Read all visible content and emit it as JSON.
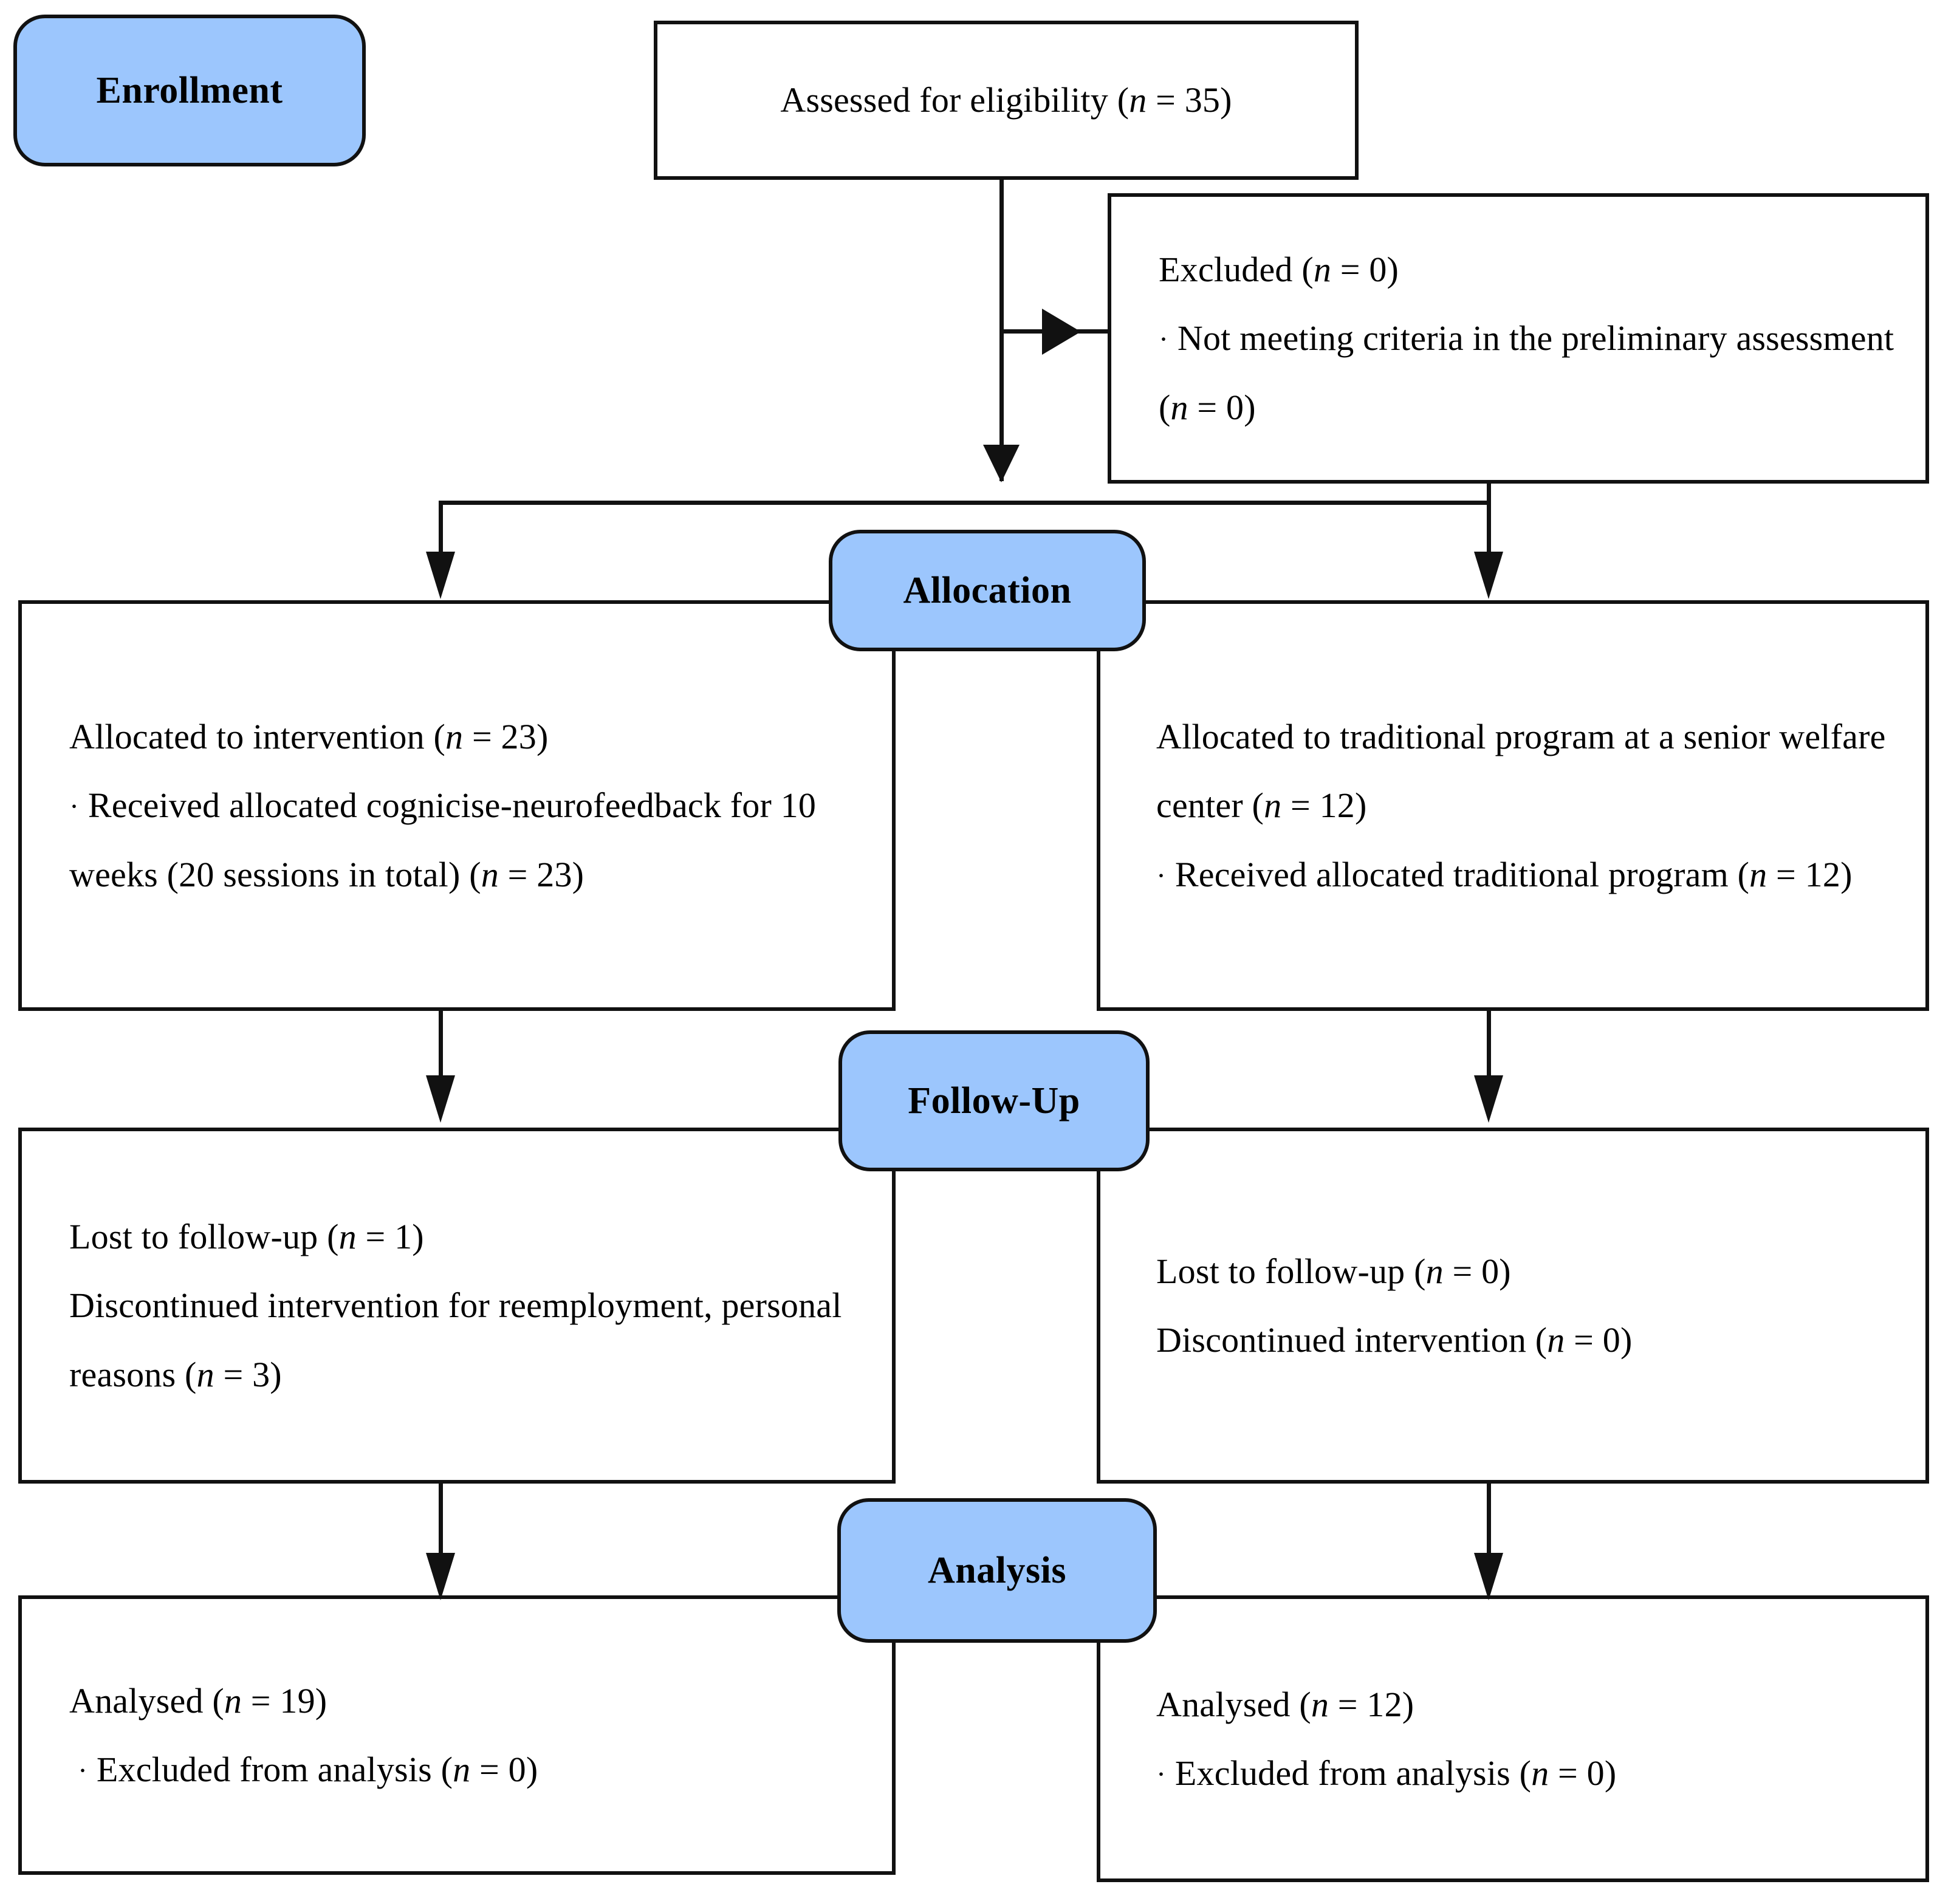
{
  "diagram": {
    "title": "CONSORT participant flow diagram",
    "accent_color": "#9CC6FD",
    "line_color": "#111111",
    "background_color": "#FFFFFF"
  },
  "stages": {
    "enrollment": "Enrollment",
    "allocation": "Allocation",
    "followup": "Follow-Up",
    "analysis": "Analysis"
  },
  "boxes": {
    "assessed": {
      "line1": "Assessed for eligibility (",
      "n_italic": "n",
      "line1_tail": " = 35)"
    },
    "excluded": {
      "line1_pre": "Excluded (",
      "line1_n": "n",
      "line1_post": " = 0)",
      "line2_bullet": "·",
      "line2_pre": " Not meeting criteria in the preliminary assessment (",
      "line2_n": "n",
      "line2_post": " = 0)"
    },
    "alloc_left": {
      "line1_pre": "Allocated to intervention (",
      "line1_n": "n",
      "line1_post": " = 23)",
      "line2_bullet": "·",
      "line2_pre": " Received allocated cognicise-neurofeedback for 10 weeks (20 sessions in total) (",
      "line2_n": "n",
      "line2_post": " = 23)"
    },
    "alloc_right": {
      "line1_pre": "Allocated to traditional program at a senior welfare center (",
      "line1_n": "n",
      "line1_post": " = 12)",
      "line2_bullet": "·",
      "line2_pre": "  Received allocated traditional program (",
      "line2_n": "n",
      "line2_post": " = 12)"
    },
    "follow_left": {
      "line1_pre": "Lost to follow-up (",
      "line1_n": "n",
      "line1_post": " = 1)",
      "line2_pre": "Discontinued intervention for reemployment, personal reasons (",
      "line2_n": "n",
      "line2_post": " = 3)"
    },
    "follow_right": {
      "line1_pre": "Lost to follow-up (",
      "line1_n": "n",
      "line1_post": " = 0)",
      "line2_pre": "Discontinued intervention (",
      "line2_n": "n",
      "line2_post": " = 0)"
    },
    "analysis_left": {
      "line1_pre": "Analysed (",
      "line1_n": "n",
      "line1_post": " = 19)",
      "line2_bullet": "·",
      "line2_pre": " Excluded from analysis (",
      "line2_n": "n",
      "line2_post": " = 0)"
    },
    "analysis_right": {
      "line1_pre": "Analysed (",
      "line1_n": "n",
      "line1_post": " = 12)",
      "line2_bullet": "·",
      "line2_pre": " Excluded from analysis (",
      "line2_n": "n",
      "line2_post": " = 0)"
    }
  },
  "counts": {
    "assessed_for_eligibility": 35,
    "excluded": 0,
    "not_meeting_criteria": 0,
    "allocated_intervention": 23,
    "received_intervention": 23,
    "allocated_traditional": 12,
    "received_traditional": 12,
    "lost_followup_intervention": 1,
    "discontinued_intervention": 3,
    "lost_followup_control": 0,
    "discontinued_control": 0,
    "analysed_intervention": 19,
    "excluded_from_analysis_intervention": 0,
    "analysed_control": 12,
    "excluded_from_analysis_control": 0
  }
}
